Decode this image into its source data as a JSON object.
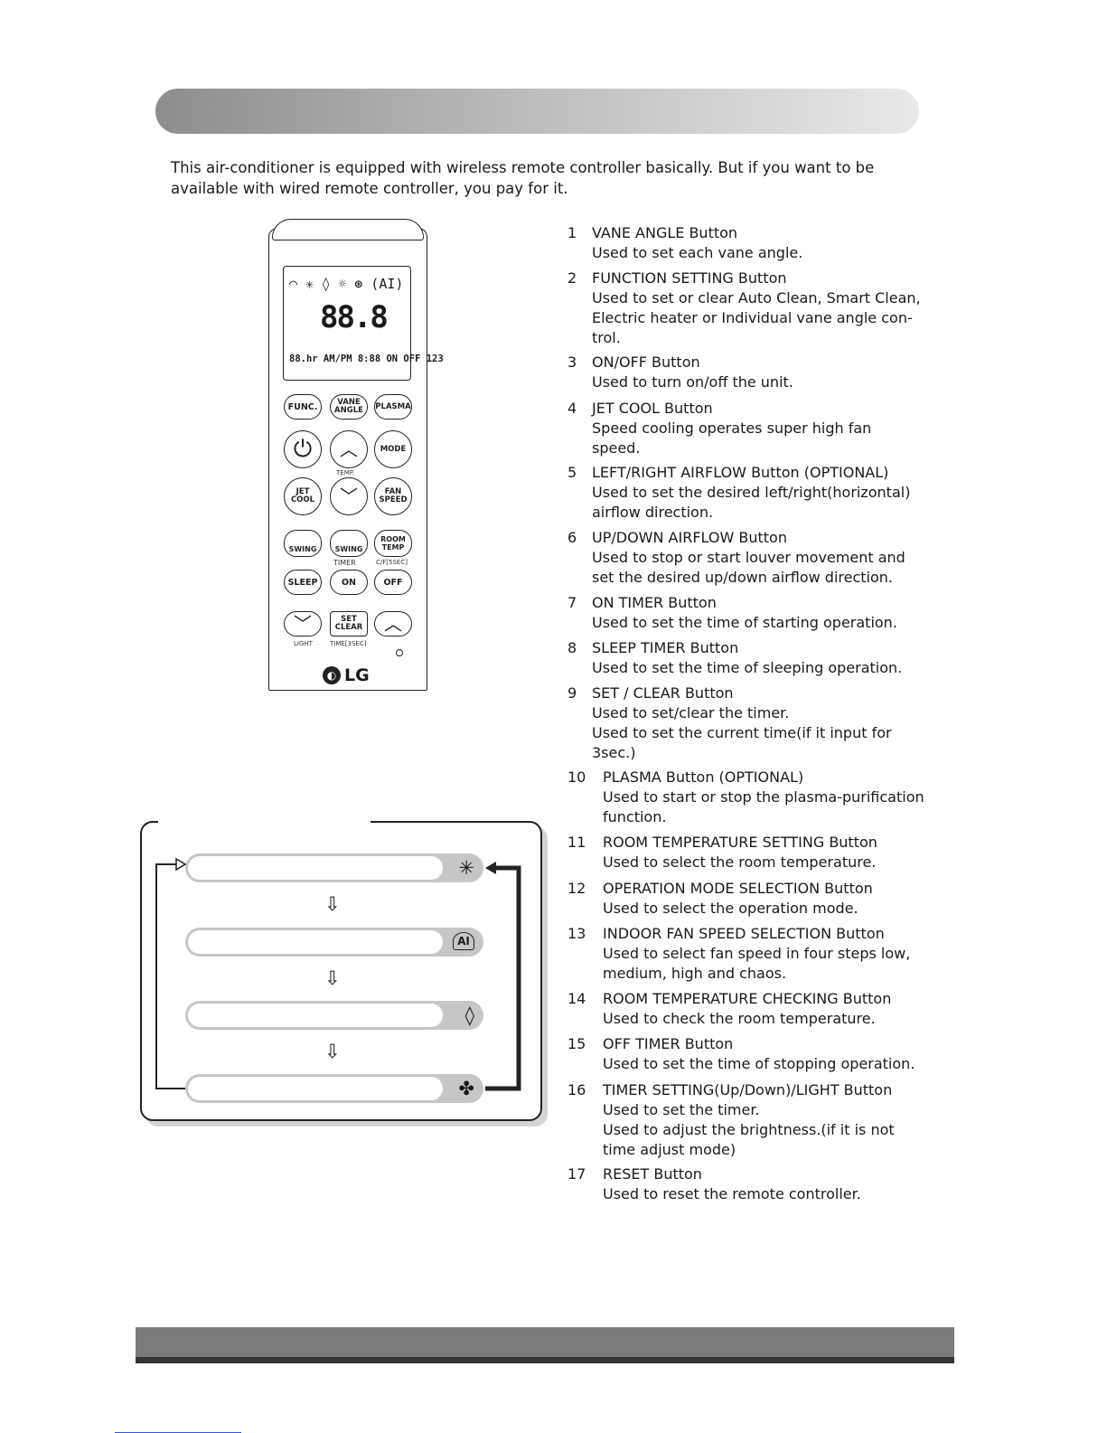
{
  "intro": "This air-conditioner is equipped with wireless remote controller basically. But if you want to be available with wired remote controller, you pay for it.",
  "remote": {
    "lcd_row1": "◠ ✳ ◊ ☼ ⊛ (AI)",
    "lcd_row2": "88.8",
    "lcd_row3": "88.hr AM/PM 8:88 ON OFF 123",
    "buttons": {
      "func": "FUNC.",
      "vane_angle": "VANE ANGLE",
      "plasma": "PLASMA",
      "mode": "MODE",
      "jet_cool": "JET COOL",
      "fan_speed": "FAN SPEED",
      "swing": "SWING",
      "room_temp": "ROOM TEMP",
      "sleep": "SLEEP",
      "on": "ON",
      "off": "OFF",
      "set_clear": "SET CLEAR"
    },
    "labels": {
      "temp": "TEMP.",
      "timer": "TIMER",
      "cf": "C/F[5SEC]",
      "light": "LIGHT",
      "time3": "TIME[3SEC]"
    },
    "logo": "LG"
  },
  "modes": [
    "snowflake-icon",
    "ai-icon",
    "drop-icon",
    "fan-icon"
  ],
  "items": [
    {
      "n": "1",
      "lines": [
        "VANE ANGLE Button",
        "Used to set each vane angle."
      ]
    },
    {
      "n": "2",
      "lines": [
        "FUNCTION SETTING Button",
        "Used to set or clear Auto Clean, Smart Clean,",
        "Electric heater or Individual vane angle con-",
        "trol."
      ]
    },
    {
      "n": "3",
      "lines": [
        "ON/OFF Button",
        "Used to turn on/off the unit."
      ]
    },
    {
      "n": "4",
      "lines": [
        "JET COOL Button",
        "Speed cooling operates super high fan",
        "speed."
      ]
    },
    {
      "n": "5",
      "lines": [
        "LEFT/RIGHT AIRFLOW Button (OPTIONAL)",
        "Used to set the desired left/right(horizontal)",
        "airflow direction."
      ]
    },
    {
      "n": "6",
      "lines": [
        "UP/DOWN AIRFLOW Button",
        "Used to stop or start louver movement and",
        "set the desired up/down airflow direction."
      ]
    },
    {
      "n": "7",
      "lines": [
        "ON TIMER Button",
        "Used to set the time of starting operation."
      ]
    },
    {
      "n": "8",
      "lines": [
        "SLEEP TIMER Button",
        "Used to set the time of sleeping operation."
      ]
    },
    {
      "n": "9",
      "lines": [
        "SET / CLEAR Button",
        "Used to set/clear the timer.",
        "Used to set the current time(if it input for",
        "3sec.)"
      ]
    },
    {
      "n": "10",
      "lines": [
        "PLASMA Button (OPTIONAL)",
        "Used to start or stop the plasma-purification",
        "function."
      ]
    },
    {
      "n": "11",
      "lines": [
        "ROOM TEMPERATURE SETTING Button",
        "Used to select the room temperature."
      ]
    },
    {
      "n": "12",
      "lines": [
        "OPERATION MODE SELECTION Button",
        "Used to select the operation mode."
      ]
    },
    {
      "n": "13",
      "lines": [
        "INDOOR FAN SPEED SELECTION Button",
        "Used to select fan speed in four steps low,",
        "medium, high and chaos."
      ]
    },
    {
      "n": "14",
      "lines": [
        "ROOM TEMPERATURE CHECKING Button",
        "Used to check the room temperature."
      ]
    },
    {
      "n": "15",
      "lines": [
        "OFF TIMER Button",
        "Used to set the time of stopping operation."
      ]
    },
    {
      "n": "16",
      "lines": [
        "TIMER SETTING(Up/Down)/LIGHT Button",
        "Used to set the timer.",
        "Used to adjust the brightness.(if it is not",
        "time adjust mode)"
      ]
    },
    {
      "n": "17",
      "lines": [
        "RESET Button",
        "Used to reset the remote controller."
      ]
    }
  ]
}
